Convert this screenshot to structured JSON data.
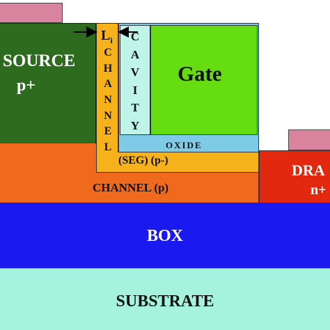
{
  "diagram": {
    "source": {
      "label": "SOURCE",
      "doping": "p+"
    },
    "gate": {
      "label": "Gate"
    },
    "drain": {
      "label": "DRA",
      "doping": "n+"
    },
    "oxide": {
      "label": "OXIDE"
    },
    "seg_layer": {
      "label": "(SEG) (p-)"
    },
    "channel_p": {
      "label": "CHANNEL (p)"
    },
    "box": {
      "label": "BOX"
    },
    "substrate": {
      "label": "SUBSTRATE"
    },
    "vertical_channel": {
      "label": "CHANNEL",
      "letters": [
        "C",
        "H",
        "A",
        "N",
        "N",
        "E",
        "L"
      ]
    },
    "cavity": {
      "label": "CAVITY",
      "letters": [
        "C",
        "A",
        "V",
        "I",
        "T",
        "Y"
      ]
    },
    "length_label": {
      "main": "L",
      "sub": "i"
    },
    "colors": {
      "source": "#2d6b1e",
      "gate": "#66dd11",
      "drain": "#e32810",
      "oxide": "#7ecbe8",
      "seg": "#f6b21a",
      "channel_p": "#f06a1e",
      "box": "#1a1af0",
      "substrate": "#a5f3dc",
      "cavity": "#bff5e8",
      "contact": "#d9839f"
    }
  }
}
